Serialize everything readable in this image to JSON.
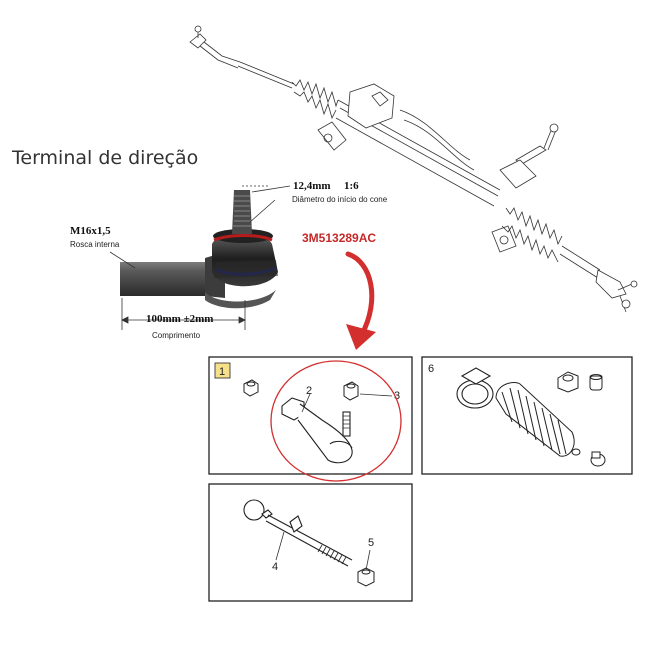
{
  "title": "Terminal de direção",
  "spec": {
    "thread_size": "M16x1,5",
    "thread_type": "Rosca interna",
    "cone_diameter": "12,4mm",
    "cone_ratio": "1:6",
    "cone_label": "Diâmetro do início do cone",
    "length": "100mm ±2mm",
    "length_label": "Comprimento"
  },
  "part_number": "3M513289AC",
  "callouts": {
    "box1_tag": "1",
    "n2": "2",
    "n3": "3",
    "n4": "4",
    "n5": "5",
    "n6": "6"
  },
  "colors": {
    "arrow": "#d32f2f",
    "circle": "#d32f2f",
    "part_number": "#c62828",
    "tag_fill": "#f7e08a",
    "boot_band": "#1a237e",
    "boot_red": "#b71c1c"
  }
}
